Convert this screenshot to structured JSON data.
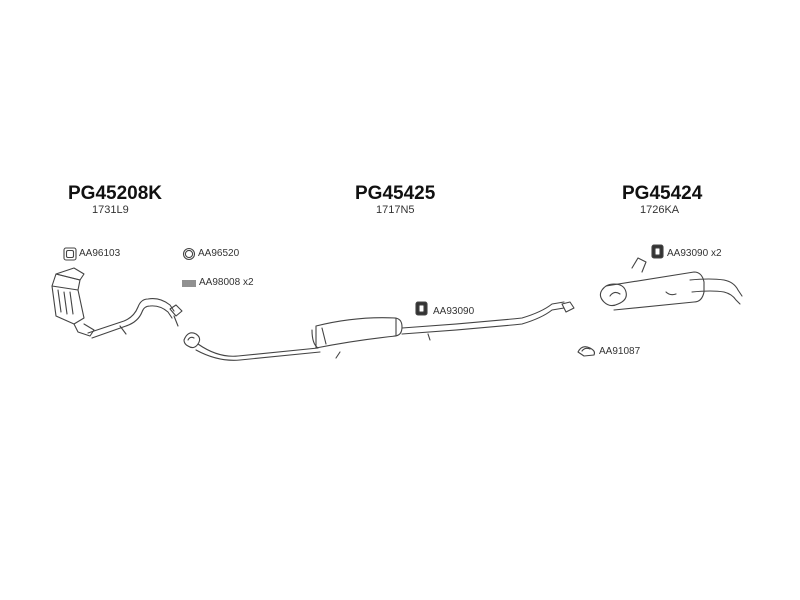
{
  "parts": [
    {
      "code": "PG45208K",
      "ref": "1731L9"
    },
    {
      "code": "PG45425",
      "ref": "1717N5"
    },
    {
      "code": "PG45424",
      "ref": "1726KA"
    }
  ],
  "accessories": {
    "clamp_ring": "AA96103",
    "o_ring": "AA96520",
    "spring": "AA98008",
    "spring_qty": "x2",
    "mount_mid": "AA93090",
    "mount_rear": "AA93090",
    "mount_rear_qty": "x2",
    "clip": "AA91087"
  },
  "icons": [
    "catalytic-converter-icon",
    "middle-silencer-icon",
    "rear-silencer-icon",
    "rubber-mount-icon",
    "clamp-icon",
    "spring-icon"
  ]
}
